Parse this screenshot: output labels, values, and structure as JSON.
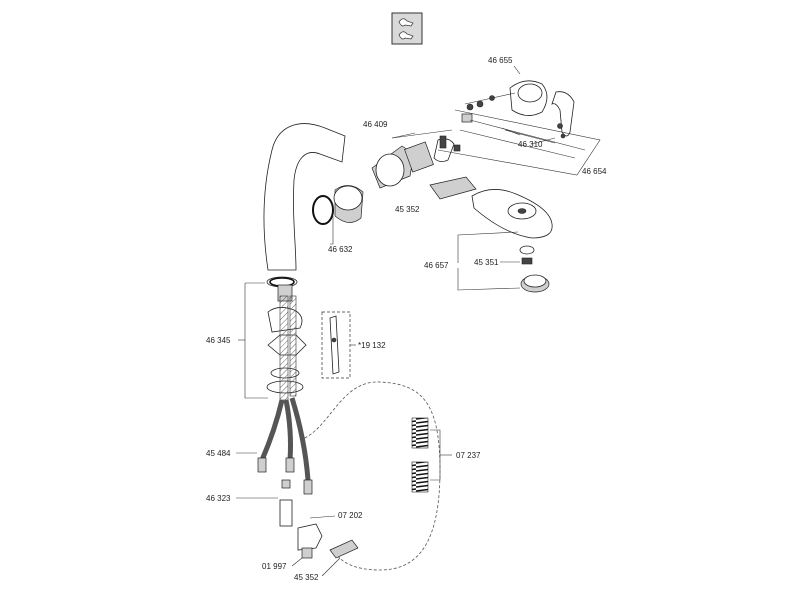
{
  "labels": {
    "p46655": "46 655",
    "p46409": "46 409",
    "p46310": "46 310",
    "p46654": "46 654",
    "p45352_top": "45 352",
    "p46632": "46 632",
    "p46657": "46 657",
    "p45351": "45 351",
    "p46345": "46 345",
    "p19132": "*19 132",
    "p45484": "45 484",
    "p07237": "07 237",
    "p46323": "46 323",
    "p07202": "07 202",
    "p01997": "01 997",
    "p45352_bottom": "45 352"
  },
  "icons": {
    "header": "faucet-variant-icon"
  }
}
